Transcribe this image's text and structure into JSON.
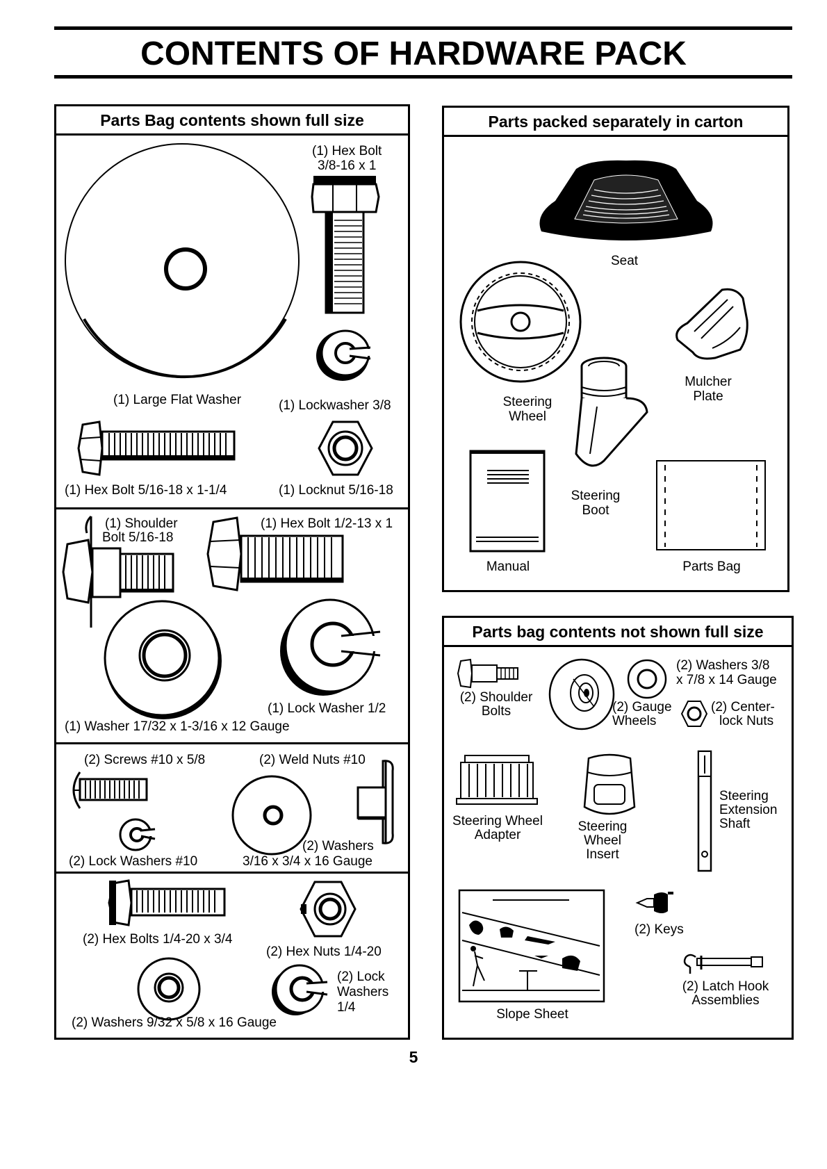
{
  "page": {
    "title": "CONTENTS OF HARDWARE PACK",
    "page_number": "5"
  },
  "panel_full": {
    "heading": "Parts Bag contents shown full size",
    "s1": {
      "hex_bolt_1": "(1) Hex Bolt",
      "hex_bolt_1_size": "3/8-16 x 1",
      "large_flat_washer": "(1) Large Flat Washer",
      "lockwasher": "(1) Lockwasher 3/8",
      "hex_bolt_2": "(1) Hex Bolt 5/16-18 x 1-1/4",
      "locknut": "(1) Locknut 5/16-18"
    },
    "s2": {
      "shoulder_bolt_1": "(1) Shoulder",
      "shoulder_bolt_2": "Bolt 5/16-18",
      "hex_bolt": "(1) Hex Bolt 1/2-13 x 1",
      "lock_washer": "(1) Lock Washer 1/2",
      "washer": "(1) Washer 17/32 x 1-3/16 x 12 Gauge"
    },
    "s3": {
      "screws": "(2) Screws #10 x 5/8",
      "weld_nuts": "(2) Weld Nuts #10",
      "washers_1": "(2) Washers",
      "washers_2": "3/16 x 3/4 x 16 Gauge",
      "lock_washers": "(2) Lock Washers #10"
    },
    "s4": {
      "hex_bolts": "(2) Hex Bolts 1/4-20 x 3/4",
      "hex_nuts": "(2) Hex Nuts 1/4-20",
      "lock_washers_1": "(2) Lock",
      "lock_washers_2": "Washers",
      "lock_washers_3": "1/4",
      "washers": "(2) Washers 9/32 x 5/8 x 16 Gauge"
    }
  },
  "panel_carton": {
    "heading": "Parts packed separately in carton",
    "seat": "Seat",
    "steering_wheel_1": "Steering",
    "steering_wheel_2": "Wheel",
    "mulcher_plate_1": "Mulcher",
    "mulcher_plate_2": "Plate",
    "steering_boot_1": "Steering",
    "steering_boot_2": "Boot",
    "manual": "Manual",
    "parts_bag": "Parts Bag"
  },
  "panel_notfull": {
    "heading": "Parts bag contents not shown full size",
    "shoulder_bolts_1": "(2) Shoulder",
    "shoulder_bolts_2": "Bolts",
    "washers_1": "(2) Washers 3/8",
    "washers_2": "x 7/8 x 14 Gauge",
    "gauge_wheels_1": "(2) Gauge",
    "gauge_wheels_2": "Wheels",
    "center_lock_nuts_1": "(2) Center-",
    "center_lock_nuts_2": "lock Nuts",
    "sw_adapter_1": "Steering Wheel",
    "sw_adapter_2": "Adapter",
    "sw_insert_1": "Steering",
    "sw_insert_2": "Wheel",
    "sw_insert_3": "Insert",
    "ext_shaft_1": "Steering",
    "ext_shaft_2": "Extension",
    "ext_shaft_3": "Shaft",
    "keys": "(2) Keys",
    "latch_hook_1": "(2) Latch Hook",
    "latch_hook_2": "Assemblies",
    "slope_sheet": "Slope Sheet"
  }
}
